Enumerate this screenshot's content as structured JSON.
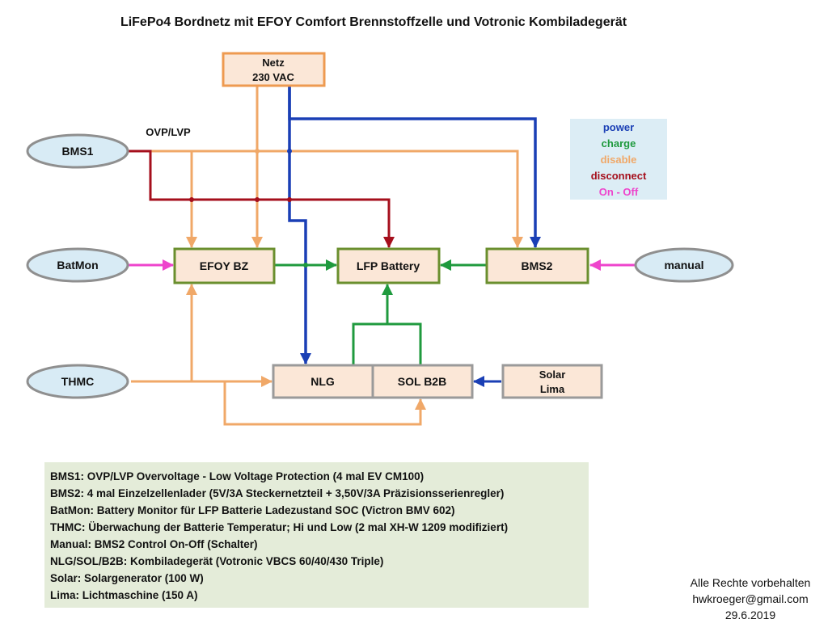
{
  "title": "LiFePo4 Bordnetz mit EFOY Comfort Brennstoffzelle und Votronic Kombiladegerät",
  "colors": {
    "power": "#1a3fb5",
    "charge": "#1f9a3e",
    "disable": "#f0a868",
    "disconnect": "#a50f1c",
    "onoff": "#ee44cc",
    "box_border_green": "#6a8f2e",
    "box_border_orange": "#ee9a50",
    "box_border_gray": "#9a9a9a",
    "box_fill": "#fbe7d7",
    "oval_fill": "#d8ebf5",
    "oval_border": "#8f8f8f",
    "legend_fill": "#dcedf5",
    "notes_fill": "#e4ecd9"
  },
  "nodes": {
    "netz": {
      "line1": "Netz",
      "line2": "230 VAC"
    },
    "bms1": "BMS1",
    "batmon": "BatMon",
    "thmc": "THMC",
    "manual": "manual",
    "efoy": "EFOY BZ",
    "lfp": "LFP Battery",
    "bms2": "BMS2",
    "nlg": "NLG",
    "solb2b": "SOL B2B",
    "solar": {
      "line1": "Solar",
      "line2": "Lima"
    }
  },
  "ovp_label": "OVP/LVP",
  "legend": {
    "power": "power",
    "charge": "charge",
    "disable": "disable",
    "disconnect": "disconnect",
    "onoff": "On - Off"
  },
  "notes": [
    "BMS1: OVP/LVP  Overvoltage - Low Voltage Protection (4 mal EV CM100)",
    "BMS2: 4 mal Einzelzellenlader (5V/3A Steckernetzteil + 3,50V/3A Präzisionsserienregler)",
    "BatMon: Battery Monitor für LFP Batterie Ladezustand SOC (Victron BMV 602)",
    "THMC: Überwachung der Batterie Temperatur; Hi und Low (2 mal XH-W 1209 modifiziert)",
    "Manual: BMS2 Control On-Off (Schalter)",
    "NLG/SOL/B2B: Kombiladegerät (Votronic VBCS 60/40/430 Triple)",
    "Solar: Solargenerator (100 W)",
    "Lima: Lichtmaschine (150 A)"
  ],
  "footer": {
    "line1": "Alle Rechte vorbehalten",
    "line2": "hwkroeger@gmail.com",
    "line3": "29.6.2019"
  }
}
